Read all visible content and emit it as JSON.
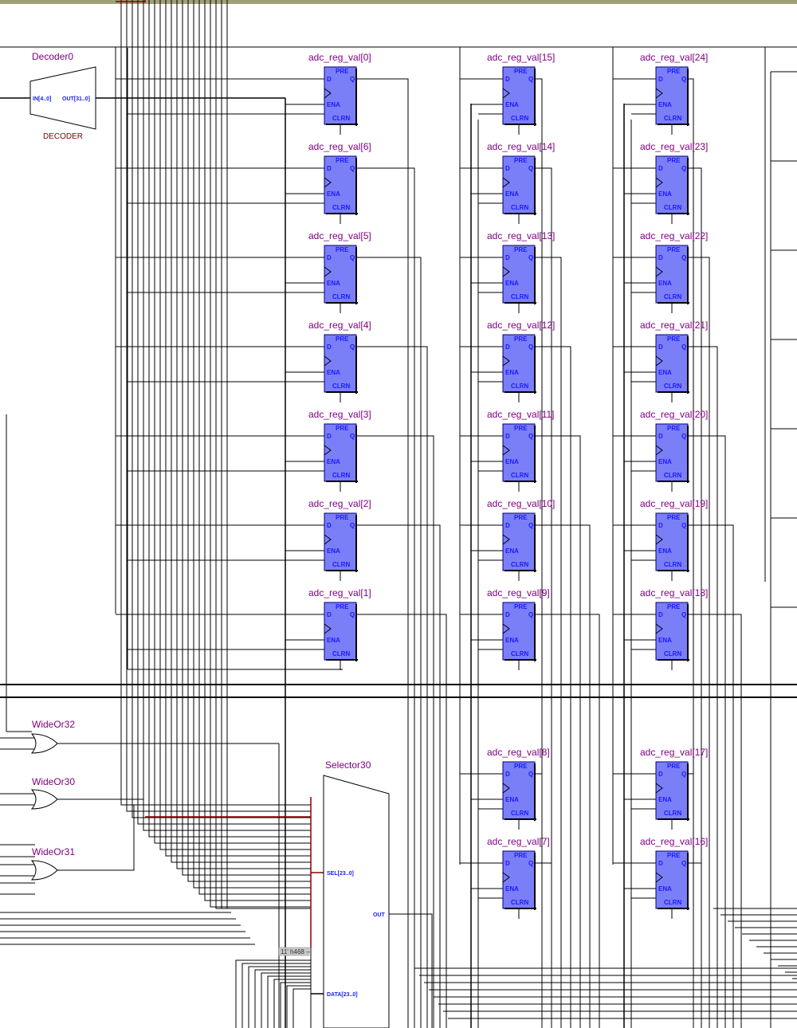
{
  "colors": {
    "wire": "#000000",
    "bus": "#8b0000",
    "instance_label": "#800080",
    "pin_label": "#1a1aff",
    "ff_fill": "#7b7ff7",
    "ff_border": "#000080",
    "top_bar": "#a0a078"
  },
  "decoder": {
    "name": "Decoder0",
    "type_label": "DECODER",
    "in_pin": "IN[4..0]",
    "out_pin": "OUT[31..0]"
  },
  "flipflop_pins": {
    "pre": "PRE",
    "d": "D",
    "q": "Q",
    "ena": "ENA",
    "clrn": "CLRN"
  },
  "registers": {
    "col1": [
      "adc_reg_val[0]",
      "adc_reg_val[6]",
      "adc_reg_val[5]",
      "adc_reg_val[4]",
      "adc_reg_val[3]",
      "adc_reg_val[2]",
      "adc_reg_val[1]"
    ],
    "col2": [
      "adc_reg_val[15]",
      "adc_reg_val[14]",
      "adc_reg_val[13]",
      "adc_reg_val[12]",
      "adc_reg_val[11]",
      "adc_reg_val[10]",
      "adc_reg_val[9]",
      "adc_reg_val[8]",
      "adc_reg_val[7]"
    ],
    "col3": [
      "adc_reg_val[24]",
      "adc_reg_val[23]",
      "adc_reg_val[22]",
      "adc_reg_val[21]",
      "adc_reg_val[20]",
      "adc_reg_val[19]",
      "adc_reg_val[18]",
      "adc_reg_val[17]",
      "adc_reg_val[16]"
    ]
  },
  "gates": [
    "WideOr32",
    "WideOr30",
    "WideOr31"
  ],
  "selector": {
    "name": "Selector30",
    "sel_pin": "SEL[23..0]",
    "data_pin": "DATA[23..0]",
    "out_pin": "OUT"
  },
  "constant": "11' h468 --"
}
